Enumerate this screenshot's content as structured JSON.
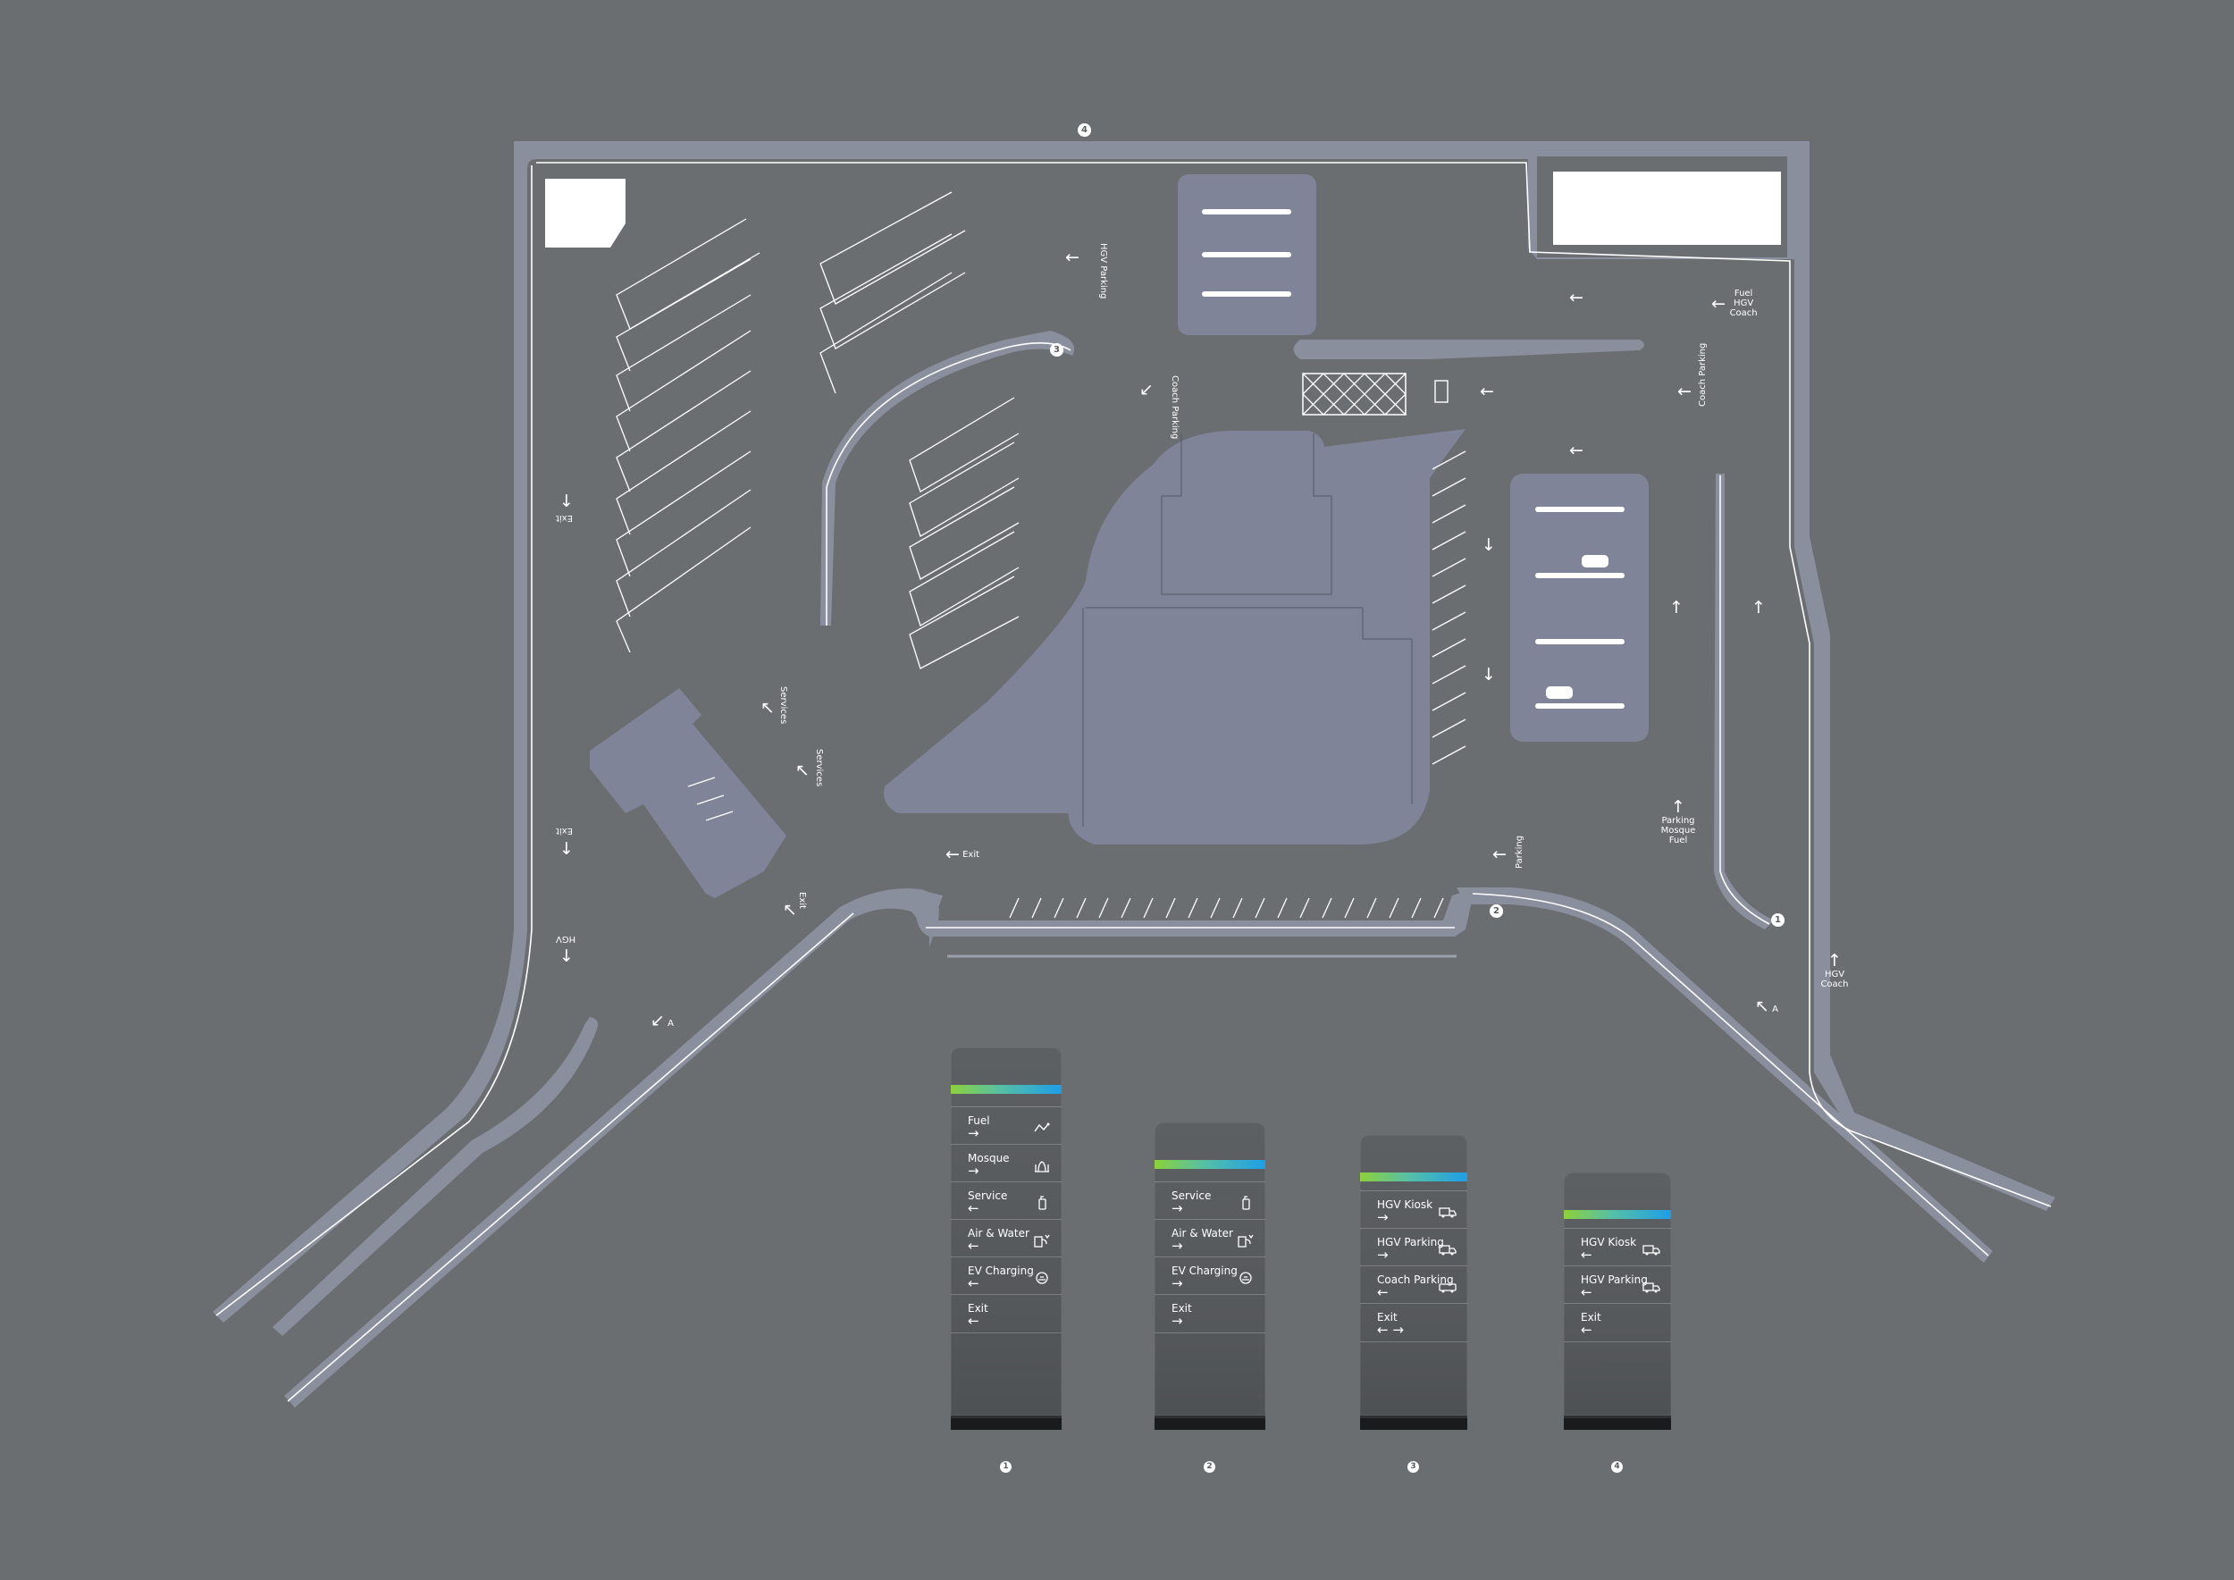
{
  "colors": {
    "background": "#6b6e70",
    "road": "#8a8f9e",
    "building": "#7f8499",
    "marking": "#ffffff",
    "band_start": "#8cd13b",
    "band_end": "#1e9ee8"
  },
  "map": {
    "site_markers": [
      "1",
      "2",
      "3",
      "4"
    ],
    "labels": {
      "hgv_parking_top": {
        "arrow": "←",
        "text": "HGV Parking"
      },
      "fuel_hgv_coach": {
        "arrow": "←",
        "text": "Fuel HGV Coach"
      },
      "arrow_top_mid": {
        "arrow": "←",
        "text": ""
      },
      "coach_parking_mid": {
        "arrow": "↙",
        "text": "Coach Parking"
      },
      "arrow_mid_right": {
        "arrow": "←",
        "text": ""
      },
      "coach_parking_right": {
        "arrow": "←",
        "text": "Coach Parking"
      },
      "arrow_hgv_area": {
        "arrow": "←",
        "text": ""
      },
      "exit_left": {
        "arrow": "↓",
        "text": "Exit"
      },
      "services_1": {
        "arrow": "↖",
        "text": "Services"
      },
      "services_2": {
        "arrow": "↖",
        "text": "Services"
      },
      "exit_lower_left": {
        "arrow": "↓",
        "text": "Exit"
      },
      "exit_bottom": {
        "arrow": "↖",
        "text": "Exit"
      },
      "hgv_left": {
        "arrow": "↓",
        "text": "HGV"
      },
      "entry_left": {
        "arrow": "↙",
        "text": "A"
      },
      "exit_center": {
        "arrow": "←",
        "text": "Exit"
      },
      "parking_center": {
        "arrow": "←",
        "text": "Parking"
      },
      "arrow_down_1": {
        "arrow": "↓",
        "text": ""
      },
      "arrow_down_2": {
        "arrow": "↓",
        "text": ""
      },
      "arrow_up_1": {
        "arrow": "↑",
        "text": ""
      },
      "arrow_up_2": {
        "arrow": "↑",
        "text": ""
      },
      "parking_mosque_fuel": {
        "arrow": "↑",
        "text": "Parking Mosque Fuel"
      },
      "hgv_coach_right": {
        "arrow": "↑",
        "text": "HGV Coach"
      },
      "entry_right": {
        "arrow": "↖",
        "text": "A"
      }
    }
  },
  "signs": [
    {
      "number": "1",
      "rows": [
        {
          "label": "Fuel",
          "arrow": "→",
          "icon": "fuel-icon"
        },
        {
          "label": "Mosque",
          "arrow": "→",
          "icon": "mosque-icon"
        },
        {
          "label": "Service",
          "arrow": "←",
          "icon": "service-icon"
        },
        {
          "label": "Air & Water",
          "arrow": "←",
          "icon": "air-water-icon"
        },
        {
          "label": "EV Charging",
          "arrow": "←",
          "icon": "ev-charging-icon"
        },
        {
          "label": "Exit",
          "arrow": "←",
          "icon": ""
        }
      ]
    },
    {
      "number": "2",
      "rows": [
        {
          "label": "Service",
          "arrow": "→",
          "icon": "service-icon"
        },
        {
          "label": "Air & Water",
          "arrow": "→",
          "icon": "air-water-icon"
        },
        {
          "label": "EV Charging",
          "arrow": "→",
          "icon": "ev-charging-icon"
        },
        {
          "label": "Exit",
          "arrow": "→",
          "icon": ""
        }
      ]
    },
    {
      "number": "3",
      "rows": [
        {
          "label": "HGV Kiosk",
          "arrow": "→",
          "icon": "truck-icon"
        },
        {
          "label": "HGV Parking",
          "arrow": "→",
          "icon": "truck-icon"
        },
        {
          "label": "Coach Parking",
          "arrow": "←",
          "icon": "coach-icon"
        },
        {
          "label": "Exit",
          "arrow": "← →",
          "icon": ""
        }
      ]
    },
    {
      "number": "4",
      "rows": [
        {
          "label": "HGV Kiosk",
          "arrow": "←",
          "icon": "truck-icon"
        },
        {
          "label": "HGV Parking",
          "arrow": "←",
          "icon": "truck-icon"
        },
        {
          "label": "Exit",
          "arrow": "←",
          "icon": ""
        }
      ]
    }
  ]
}
